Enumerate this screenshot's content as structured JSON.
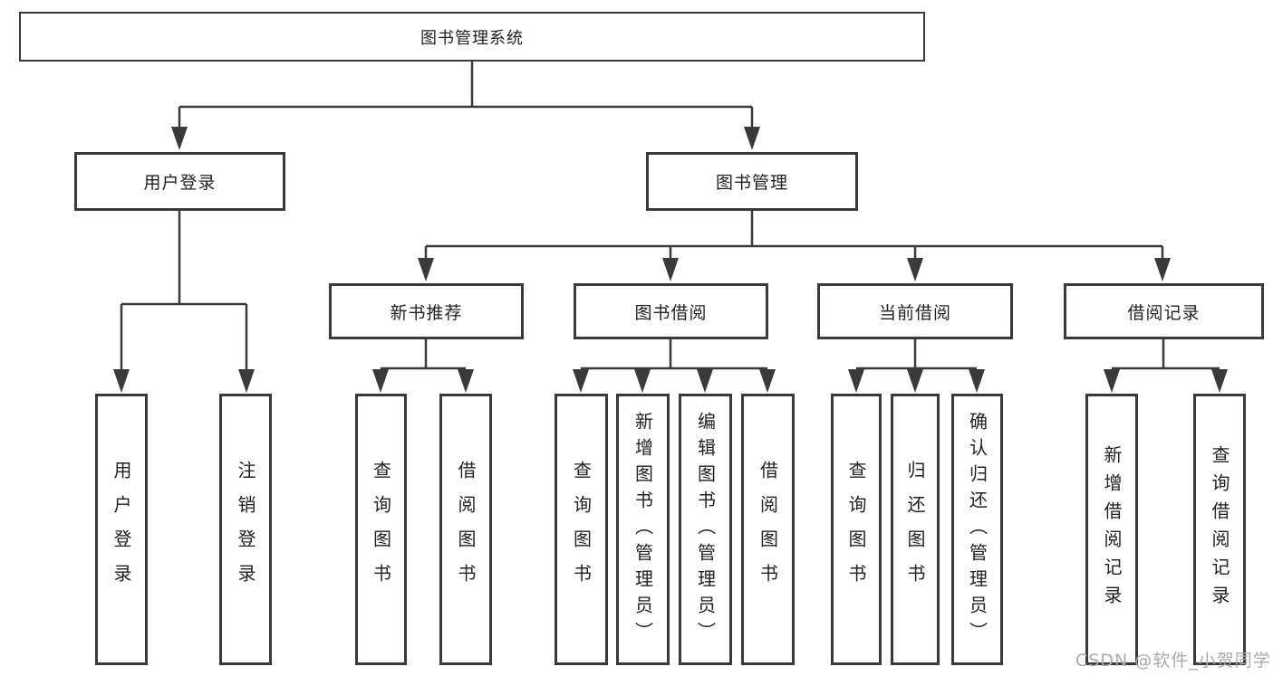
{
  "diagram": {
    "root": {
      "label": "图书管理系统"
    },
    "level2": [
      {
        "label": "用户登录"
      },
      {
        "label": "图书管理"
      }
    ],
    "level3": [
      {
        "label": "新书推荐"
      },
      {
        "label": "图书借阅"
      },
      {
        "label": "当前借阅"
      },
      {
        "label": "借阅记录"
      }
    ],
    "leaves": {
      "user_login": [
        {
          "label": "用户登录"
        },
        {
          "label": "注销登录"
        }
      ],
      "new_books": [
        {
          "label": "查询图书"
        },
        {
          "label": "借阅图书"
        }
      ],
      "book_borrow": [
        {
          "label": "查询图书"
        },
        {
          "label": "新增图书（管理员）"
        },
        {
          "label": "编辑图书（管理员）"
        },
        {
          "label": "借阅图书"
        }
      ],
      "current_borrow": [
        {
          "label": "查询图书"
        },
        {
          "label": "归还图书"
        },
        {
          "label": "确认归还（管理员）"
        }
      ],
      "borrow_records": [
        {
          "label": "新增借阅记录"
        },
        {
          "label": "查询借阅记录"
        }
      ]
    },
    "watermark": "CSDN @软件_小贺同学",
    "colors": {
      "line": "#3a3a3a",
      "text": "#222222",
      "watermark": "#ababab",
      "background": "#ffffff"
    }
  }
}
